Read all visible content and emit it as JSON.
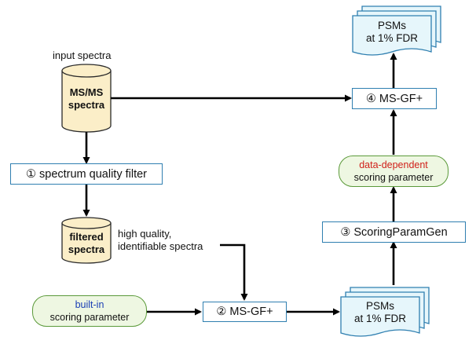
{
  "labels": {
    "input_spectra": "input spectra",
    "msms_spectra_line1": "MS/MS",
    "msms_spectra_line2": "spectra",
    "quality_filter": "① spectrum quality filter",
    "filtered_line1": "filtered",
    "filtered_line2": "spectra",
    "hq_line1": "high quality,",
    "hq_line2": "identifiable spectra",
    "builtin_line1": "built-in",
    "builtin_line2": "scoring parameter",
    "msgf_2": "② MS-GF+",
    "psms_mid_line1": "PSMs",
    "psms_mid_line2": "at 1% FDR",
    "scoring_param_gen": "③ ScoringParamGen",
    "datadep_line1": "data-dependent",
    "datadep_line2": "scoring parameter",
    "msgf_4": "④ MS-GF+",
    "psms_top_line1": "PSMs",
    "psms_top_line2": "at 1% FDR"
  },
  "colors": {
    "box_border": "#2f7fb0",
    "pill_border": "#5b9a3a",
    "pill_fill": "#eef7e2",
    "cylinder_fill": "#fbeec8",
    "doc_fill": "#e6f6fb",
    "builtin_text": "#1a3fb5",
    "datadep_text": "#d0201a"
  }
}
